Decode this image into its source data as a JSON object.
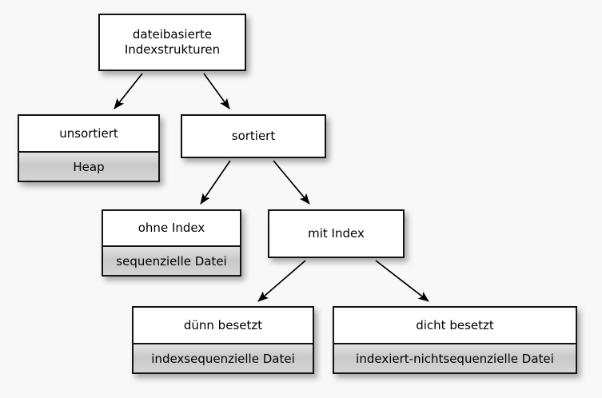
{
  "diagram": {
    "title": "dateibasierte Indexstrukturen",
    "language": "de",
    "background_color": "#f8f8f8",
    "node_border_color": "#141414",
    "node_fill_color": "#ffffff",
    "node_sub_fill_color": "#cfcfcf",
    "arrow_color": "#000000",
    "nodes": [
      {
        "id": "root",
        "label": "dateibasierte\nIndexstrukturen",
        "sub": null
      },
      {
        "id": "unsortiert",
        "label": "unsortiert",
        "sub": "Heap"
      },
      {
        "id": "sortiert",
        "label": "sortiert",
        "sub": null
      },
      {
        "id": "ohne_index",
        "label": "ohne Index",
        "sub": "sequenzielle Datei"
      },
      {
        "id": "mit_index",
        "label": "mit Index",
        "sub": null
      },
      {
        "id": "duenn",
        "label": "dünn besetzt",
        "sub": "indexsequenzielle Datei"
      },
      {
        "id": "dicht",
        "label": "dicht besetzt",
        "sub": "indexiert-nichtsequenzielle Datei"
      }
    ],
    "edges": [
      {
        "from": "root",
        "to": "unsortiert"
      },
      {
        "from": "root",
        "to": "sortiert"
      },
      {
        "from": "sortiert",
        "to": "ohne_index"
      },
      {
        "from": "sortiert",
        "to": "mit_index"
      },
      {
        "from": "mit_index",
        "to": "duenn"
      },
      {
        "from": "mit_index",
        "to": "dicht"
      }
    ]
  }
}
